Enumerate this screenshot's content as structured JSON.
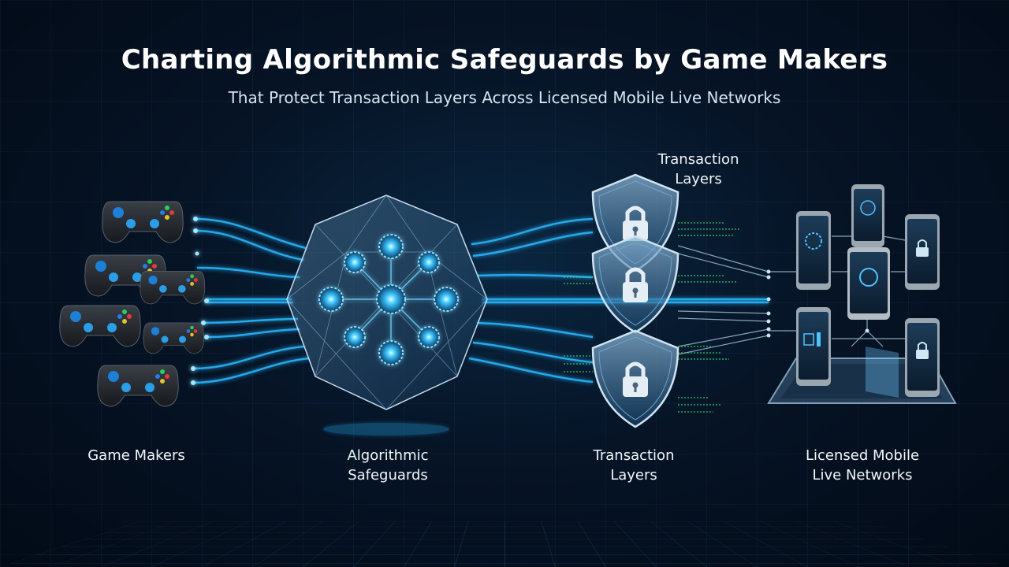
{
  "title": "Charting Algorithmic Safeguards by Game Makers",
  "subtitle": "That Protect Transaction Layers Across Licensed Mobile Live Networks",
  "transaction_top_label": [
    "Transaction",
    "Layers"
  ],
  "stages": [
    {
      "id": "game-makers",
      "label": [
        "Game Makers"
      ]
    },
    {
      "id": "algorithmic-safeguards",
      "label": [
        "Algorithmic",
        "Safeguards"
      ]
    },
    {
      "id": "transaction-layers",
      "label": [
        "Transaction",
        "Layers"
      ]
    },
    {
      "id": "licensed-mobile-live-networks",
      "label": [
        "Licensed Mobile",
        "Live Networks"
      ]
    }
  ],
  "icons": [
    "gamepad-icon",
    "safeguard-core-icon",
    "shield-lock-icon",
    "smartphone-icon",
    "tablet-icon"
  ],
  "colors": {
    "background": "#040f1f",
    "accent": "#29b6ff",
    "glow": "#7fe0ff",
    "shield": "#9ec4e0",
    "code": "#2fdc6a"
  }
}
